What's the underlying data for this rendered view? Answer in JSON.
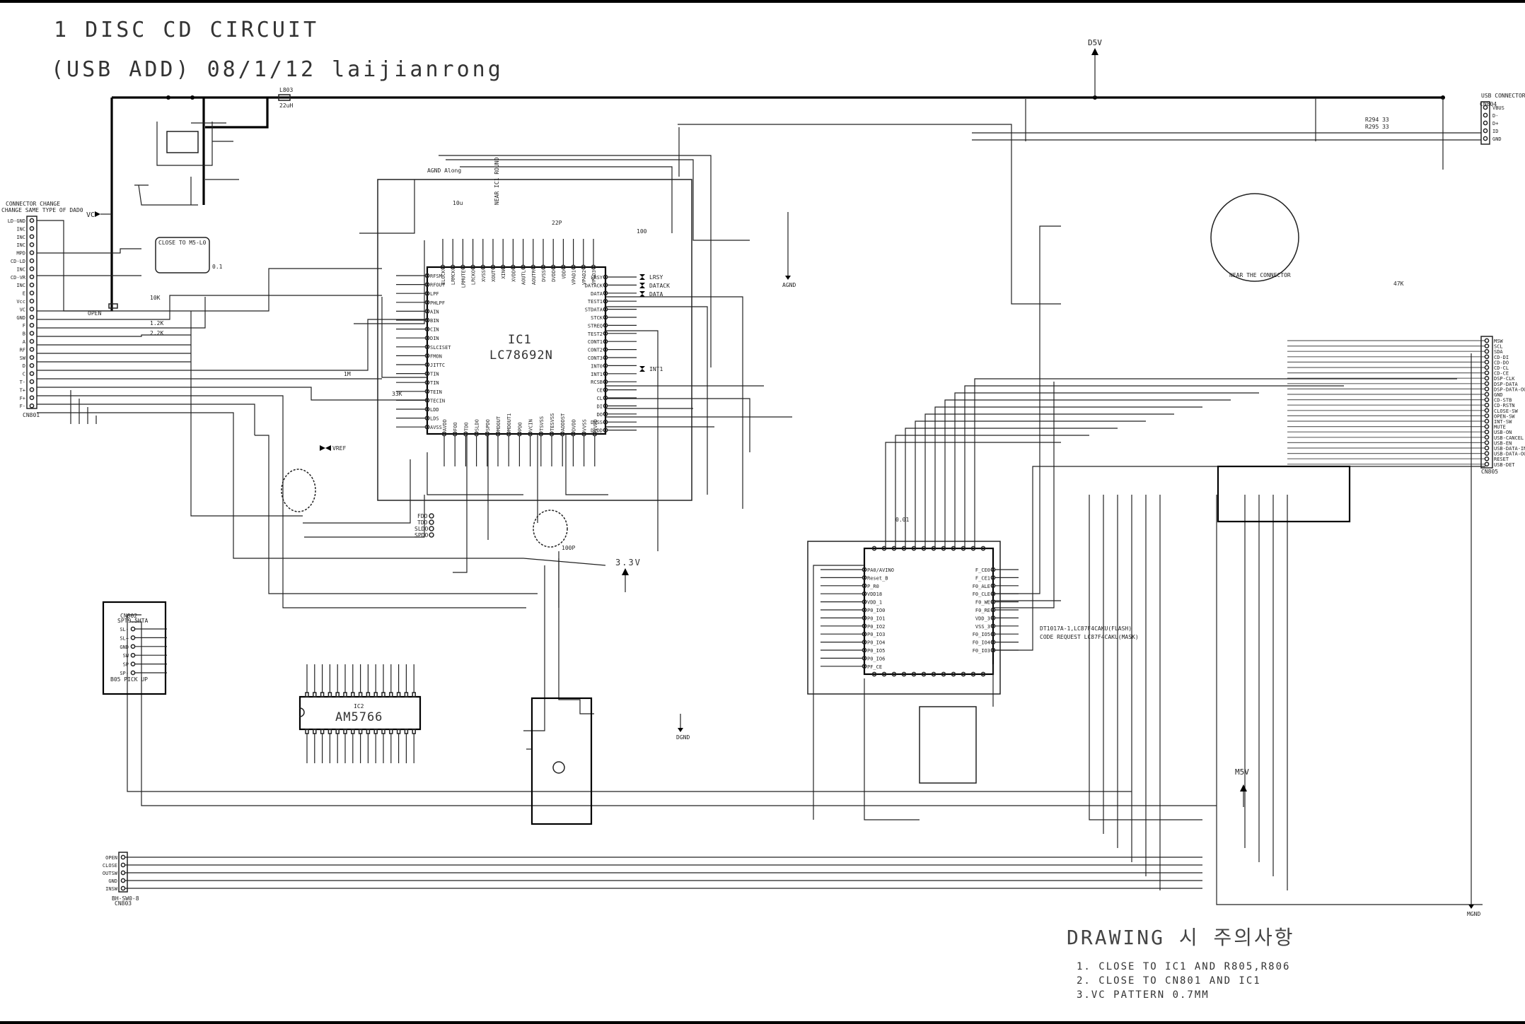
{
  "header": {
    "title": "1 DISC CD CIRCUIT",
    "subtitle": "(USB ADD)  08/1/12 laijianrong"
  },
  "power": {
    "d5v": "D5V",
    "v33": "3.3V",
    "m5v": "M5V",
    "agnd": "AGND",
    "dgnd": "DGND",
    "mgnd": "MGND",
    "vref": "VREF",
    "vc": "VC",
    "d33v": "3.3V"
  },
  "ic1": {
    "ref": "IC1",
    "part": "LC78692N"
  },
  "ic2": {
    "ref": "IC2",
    "part": "AM5766"
  },
  "usb_connector": {
    "title": "USB CONNECTOR",
    "ref": "CN804",
    "pins": [
      "VBUS",
      "D-",
      "D+",
      "ID",
      "GND"
    ],
    "resistors": [
      "R294 33",
      "R295 33"
    ]
  },
  "changer_connector": {
    "title": "CONNECTOR CHANGE",
    "note": "CHANGE SAME TYPE OF DAD0",
    "ref": "CN801",
    "pins": [
      "LD-GND",
      "INC",
      "INC",
      "INC",
      "MPD",
      "CD-LD",
      "INC",
      "CD-VR",
      "INC",
      "E",
      "Vcc",
      "VC",
      "GND",
      "F",
      "B",
      "A",
      "RF",
      "SW",
      "D",
      "C",
      "T-",
      "T+",
      "F+",
      "F-"
    ]
  },
  "pickup_connector": {
    "ref": "CN802",
    "title": "SPT9.5HTA",
    "pins": [
      "SL-",
      "SL+",
      "GND",
      "SW",
      "SP",
      "SP-"
    ],
    "label": "B05 PICK UP"
  },
  "mechanism_connector": {
    "ref": "CN803",
    "pins": [
      "OPEN",
      "CLOSE",
      "OUTSW",
      "GND",
      "INSW"
    ],
    "label": "BH-SW0-8"
  },
  "ic1_left_pins": [
    "RFSM",
    "RFOUT",
    "LPF",
    "PHLPF",
    "AIN",
    "BIN",
    "CIN",
    "DIN",
    "SLCISET",
    "FMON",
    "JITTC",
    "TIN",
    "TIN",
    "TEIN",
    "TECIN",
    "LDD",
    "LDS",
    "AVSS"
  ],
  "ic1_right_pins": [
    "LRSY",
    "DATACK",
    "DATA",
    "TEST1",
    "STDATA",
    "STCK",
    "STREQ",
    "TEST2",
    "CONT1",
    "CONT2",
    "CONT3",
    "INT0",
    "INT1",
    "RCSB",
    "CE",
    "CL",
    "DI",
    "DO",
    "DVSS",
    "DVDD"
  ],
  "ic1_right_labels": [
    "LRSY",
    "DATACK",
    "DATA",
    "INT1"
  ],
  "ic1_top_pins": [
    "ELOCK",
    "LRMCK",
    "LRMUTE",
    "LRCKO",
    "XVSS",
    "XOUT",
    "XIN",
    "XVDD",
    "AOUTL",
    "AOUTR",
    "DVSS",
    "DVDD",
    "VDD",
    "VPAD1",
    "VPAD2",
    "VPAD3"
  ],
  "ic1_bottom_pins": [
    "AVDD",
    "FOO",
    "TDO",
    "SLDO",
    "SPDO",
    "MDOUT",
    "MDOUT1",
    "PDO",
    "VCIN",
    "TSVSS",
    "TESVSS",
    "ADDDST",
    "DVDD",
    "VVSS",
    "VVDD"
  ],
  "motor_signals": [
    "FDO",
    "TDO",
    "SLDO",
    "SPDO"
  ],
  "ic3": {
    "part_code": "DT1017A-1,LC87F4CAKU(FLASH)",
    "note": "CODE REQUEST LC87F4CAKU(MASK)",
    "left_pins": [
      "PA0/AVINO",
      "Reset_B",
      "P_R0",
      "VDD18",
      "VDD_1",
      "P0_IO0",
      "P0_IO1",
      "P0_IO2",
      "P0_IO3",
      "P0_IO4",
      "P0_IO5",
      "P0_IO6",
      "PF_CE"
    ],
    "right_pins": [
      "F_CE0",
      "F_CE1",
      "F0_ALE",
      "F0_CLE",
      "F0_WE",
      "F0_RE",
      "VDD_3",
      "VSS_3",
      "F0_IO5",
      "F0_IO4",
      "F0_IO3"
    ]
  },
  "cn805": {
    "ref": "CN805",
    "pins": [
      "MSW",
      "SCL",
      "SDA",
      "CD-DI",
      "CD-DO",
      "CD-CL",
      "CD-CE",
      "DSP-CLK",
      "DSP-DATA",
      "DSP-DATA-OUT",
      "GND",
      "CD-STB",
      "CD-RSTN",
      "CLOSE-SW",
      "OPEN-SW",
      "INT-SW",
      "MUTE",
      "USB-ON",
      "USB-CANCEL",
      "USB-EN",
      "USB-DATA-IN",
      "USB-DATA-OUT",
      "RESET",
      "USB-DET"
    ]
  },
  "misc_labels": {
    "close_to": "CLOSE TO M5-L0",
    "near_the_connector": "NEAR THE CONNECTOR",
    "near_ic1": "NEAR IC1 ROUND",
    "pickup_label": "B05 PICK UP",
    "agnd_along": "AGND Along",
    "open": "OPEN",
    "rc_values": [
      "0.1",
      "10K",
      "10u",
      "100",
      "1.2K",
      "2.2K",
      "47K",
      "22P",
      "100P",
      "1M",
      "33K",
      "0.01"
    ]
  },
  "notes": {
    "title": "DRAWING 시 주의사항",
    "items": [
      "1. CLOSE TO IC1 AND R805,R806",
      "2. CLOSE TO CN801 AND IC1",
      "3.VC PATTERN 0.7MM"
    ]
  }
}
